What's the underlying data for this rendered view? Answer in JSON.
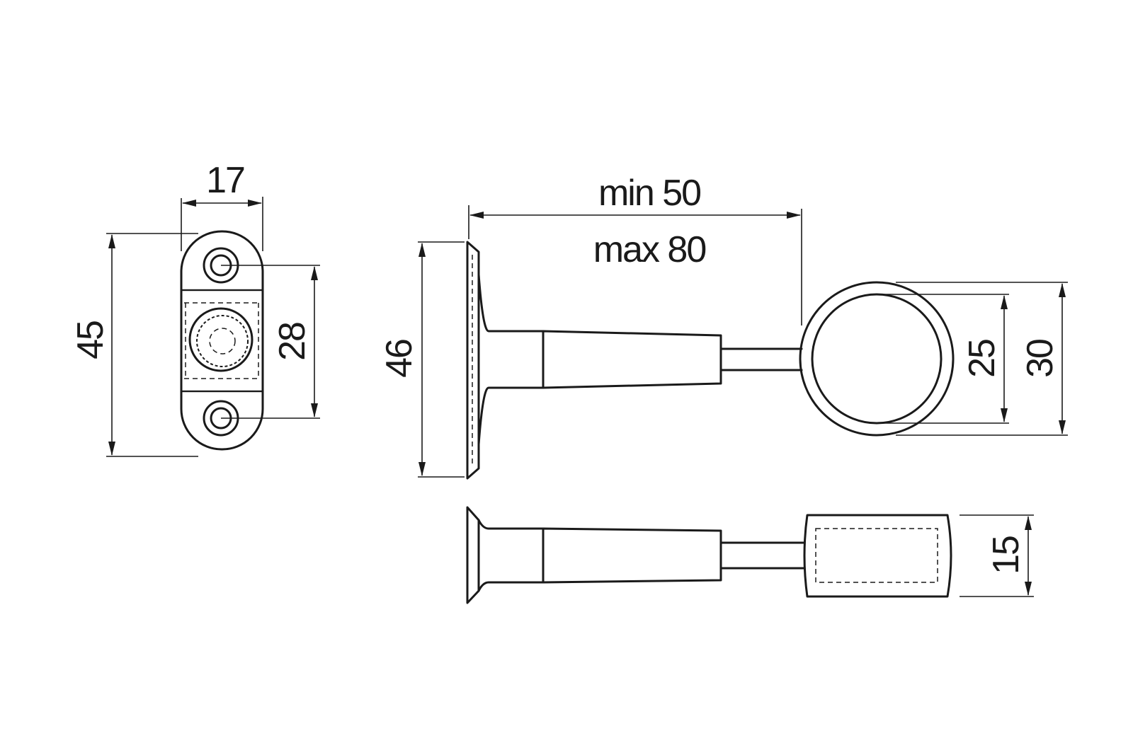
{
  "dimensions": {
    "front_width": "17",
    "front_height": "45",
    "hole_spacing": "28",
    "plate_height": "46",
    "length_min": "min 50",
    "length_max": "max 80",
    "ring_inner": "25",
    "ring_outer": "30",
    "ring_depth": "15"
  },
  "colors": {
    "line": "#1a1a1a",
    "background": "#ffffff"
  }
}
